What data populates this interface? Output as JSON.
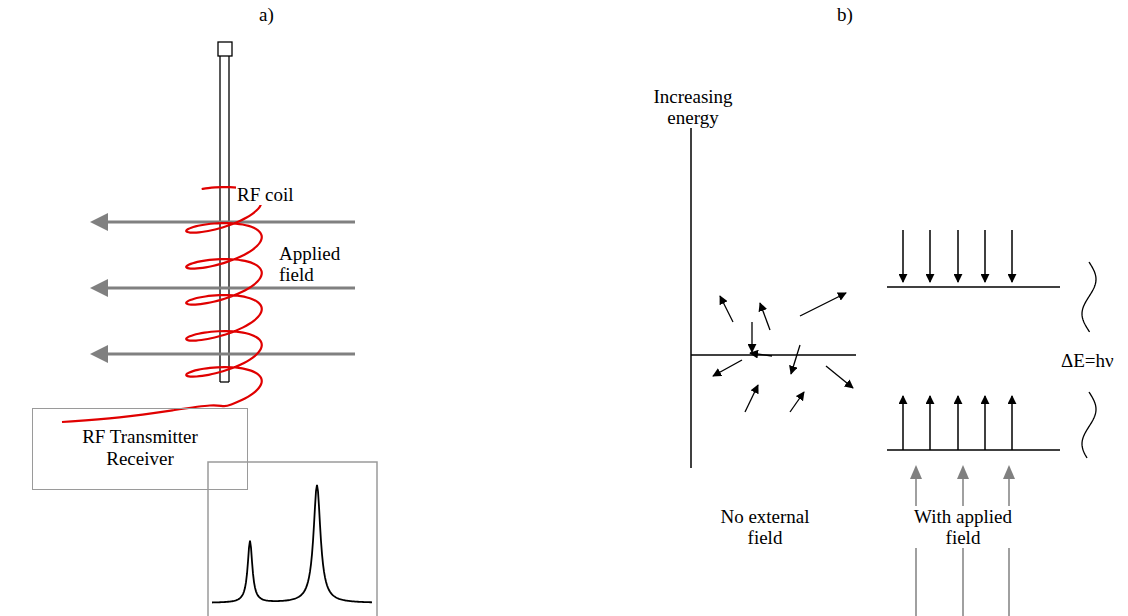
{
  "diagram": {
    "nodes": [
      {
        "text": [
          "RF Transmitter Receiver"
        ]
      }
    ],
    "labels": [
      "a)",
      "b)",
      "RF coil",
      "Applied field",
      "Increasing energy",
      "ΔE=hν",
      "No external field",
      "With applied field"
    ]
  }
}
